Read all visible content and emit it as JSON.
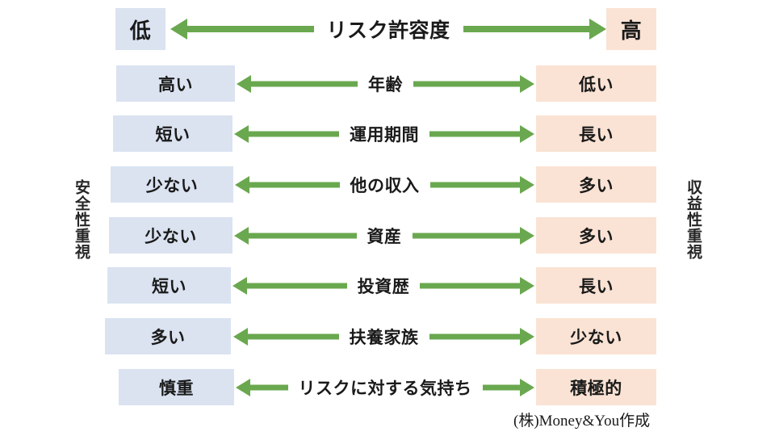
{
  "figure": {
    "title_row": {
      "label": "リスク許容度",
      "left_value": "低",
      "right_value": "高"
    },
    "axis_labels": {
      "left": "安全性重視",
      "right": "収益性重視"
    },
    "credit": "(株)Money&You作成",
    "colors": {
      "left_box": "#dbe3f1",
      "right_box": "#fae3d4",
      "arrow": "#6aa84f",
      "text": "#1a1a1a",
      "background": "#ffffff"
    },
    "rows": [
      {
        "label": "年齢",
        "left_value": "高い",
        "right_value": "低い"
      },
      {
        "label": "運用期間",
        "left_value": "短い",
        "right_value": "長い"
      },
      {
        "label": "他の収入",
        "left_value": "少ない",
        "right_value": "多い"
      },
      {
        "label": "資産",
        "left_value": "少ない",
        "right_value": "多い"
      },
      {
        "label": "投資歴",
        "left_value": "短い",
        "right_value": "長い"
      },
      {
        "label": "扶養家族",
        "left_value": "多い",
        "right_value": "少ない"
      },
      {
        "label": "リスクに対する気持ち",
        "left_value": "慎重",
        "right_value": "積極的"
      }
    ]
  }
}
